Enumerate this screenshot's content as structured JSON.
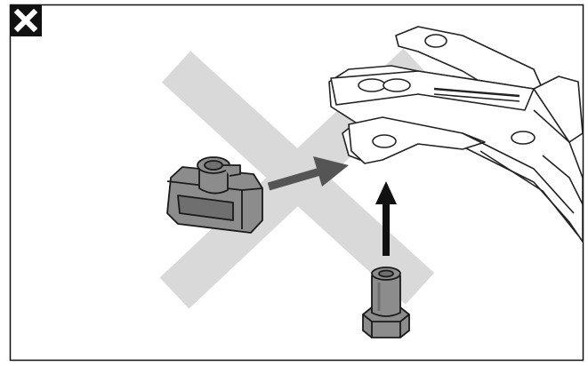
{
  "badge": {
    "icon": "close-icon",
    "meaning": "not-allowed",
    "background": "#111111",
    "foreground": "#ffffff"
  },
  "diagram": {
    "cross_color": "#d9d9d9",
    "line_color": "#222222",
    "part_fill": "#8c8c8c",
    "part_shade": "#6f6f6f",
    "arrow_dark": "#1a1a1a",
    "arrow_grey": "#555555",
    "parts": [
      {
        "id": "spider-bracket",
        "icon": "spider-bracket-icon"
      },
      {
        "id": "clip-nut",
        "icon": "clip-nut-icon"
      },
      {
        "id": "hex-bolt",
        "icon": "hex-bolt-icon"
      }
    ]
  }
}
